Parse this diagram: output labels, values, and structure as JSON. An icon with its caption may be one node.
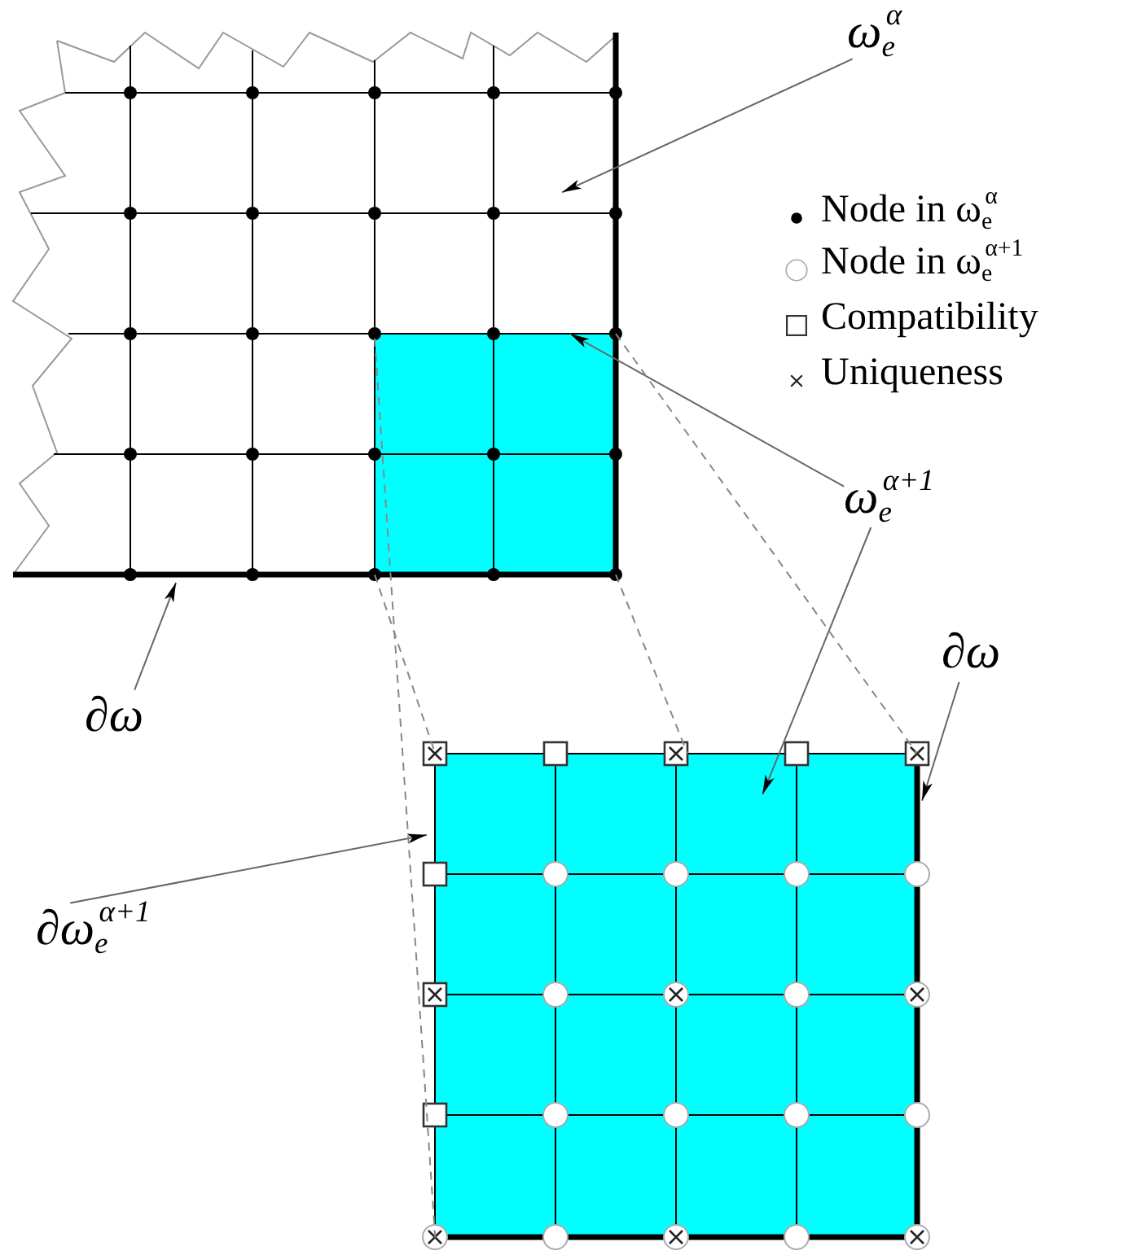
{
  "diagram": {
    "nodes": [
      {
        "text": [
          "ω$_{e}$$^{α}$"
        ]
      },
      {
        "text": [],
        "shape": "grid"
      },
      {
        "text": [],
        "shape": "box",
        "in": 1
      },
      {
        "text": [
          "ω$_{e}$$^{α+1}$"
        ]
      },
      {
        "text": [],
        "shape": "grid"
      },
      {
        "text": [
          "∂ω"
        ]
      },
      {
        "text": [
          "∂ω"
        ]
      },
      {
        "text": [
          "∂ω$_{e}$$^{α+1}$"
        ]
      }
    ],
    "edges": [
      {
        "from": 0,
        "to": 1,
        "arrow": "to"
      },
      {
        "from": 3,
        "to": 2,
        "arrow": "to"
      },
      {
        "from": 3,
        "to": 4,
        "arrow": "to"
      },
      {
        "from": 5,
        "to": 1,
        "arrow": "to"
      },
      {
        "from": 6,
        "to": 4,
        "arrow": "to"
      },
      {
        "from": 7,
        "to": 4,
        "arrow": "to"
      },
      {
        "from": 2,
        "to": 4,
        "arrow": "none",
        "style": "dashed"
      },
      {
        "from": 2,
        "to": 4,
        "arrow": "none",
        "style": "dashed"
      },
      {
        "from": 2,
        "to": 4,
        "arrow": "none",
        "style": "dashed"
      },
      {
        "from": 2,
        "to": 4,
        "arrow": "none",
        "style": "dashed"
      }
    ],
    "legend": [
      {
        "text": "Node in ω$_{e}$$^{α}$"
      },
      {
        "text": "Node in ω$_{e}$$^{α+1}$"
      },
      {
        "text": "Compatibility"
      },
      {
        "text": "Uniqueness"
      }
    ]
  }
}
